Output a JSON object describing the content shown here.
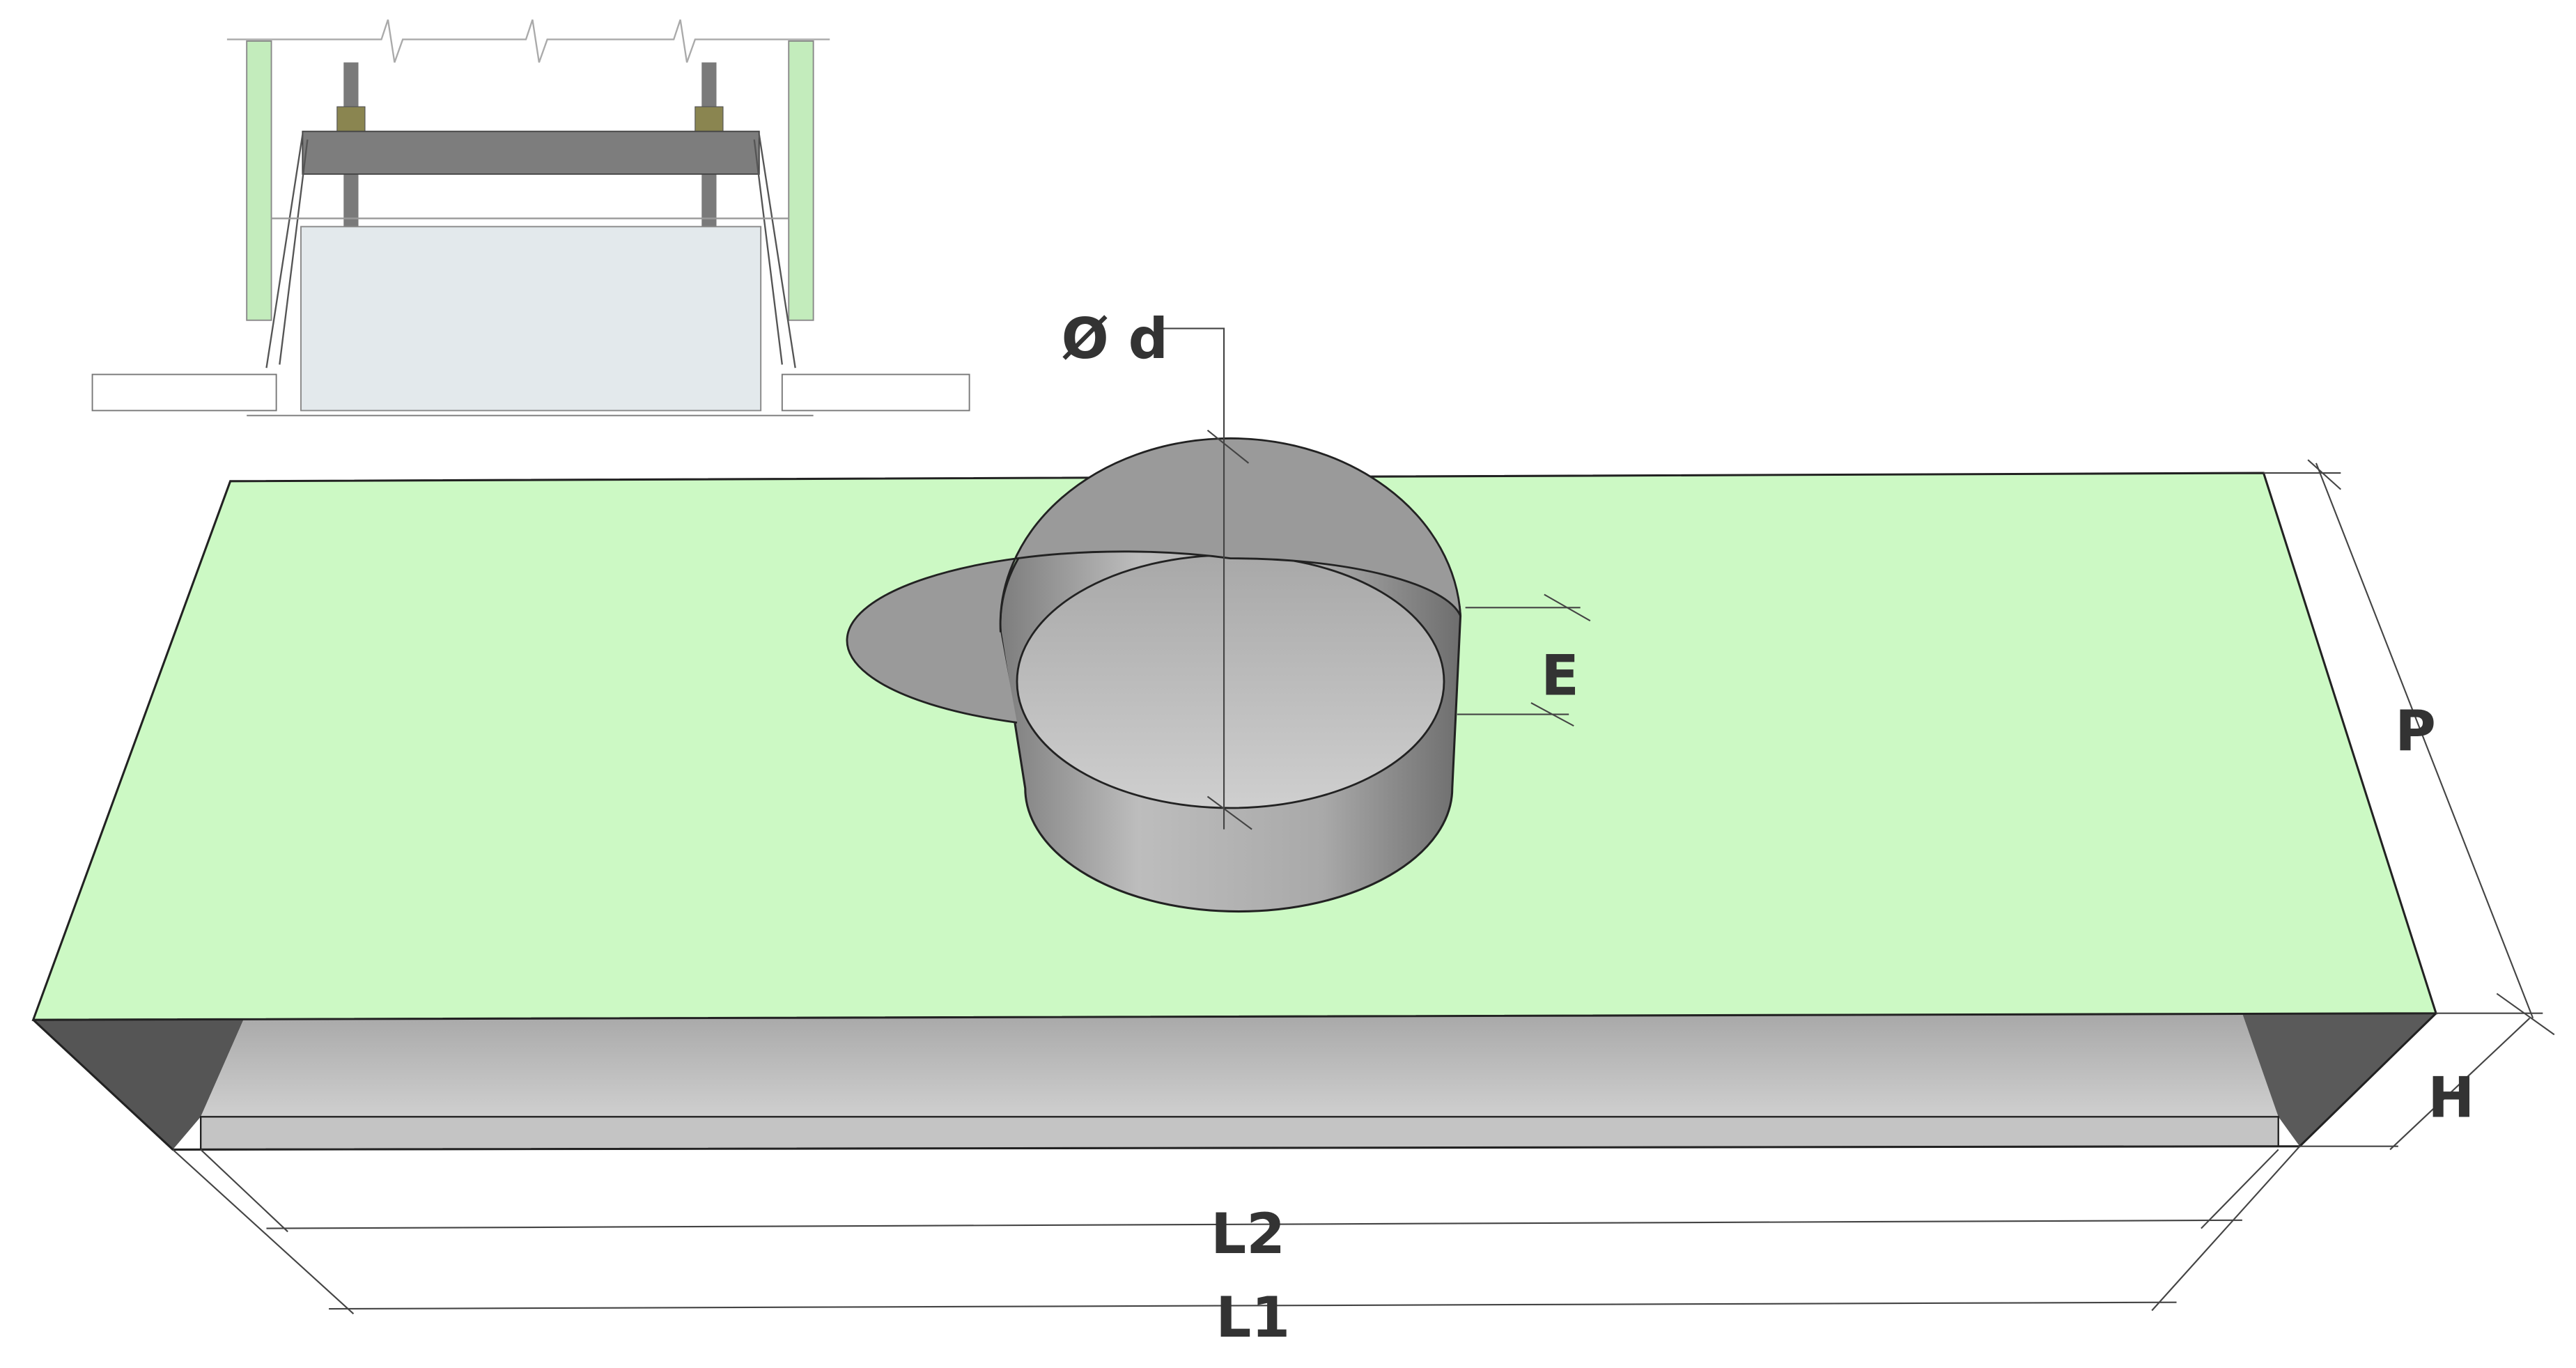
{
  "labels": {
    "diameter": "Ø d",
    "E": "E",
    "P": "P",
    "H": "H",
    "L2": "L2",
    "L1": "L1"
  },
  "colors": {
    "top_face": "#ccf9c4",
    "metal": "#c8c8c8",
    "dark_metal": "#666666",
    "brass": "#8a8550",
    "drywall_green": "#c3ecbc",
    "plenum_fill": "#e3e9ec"
  }
}
